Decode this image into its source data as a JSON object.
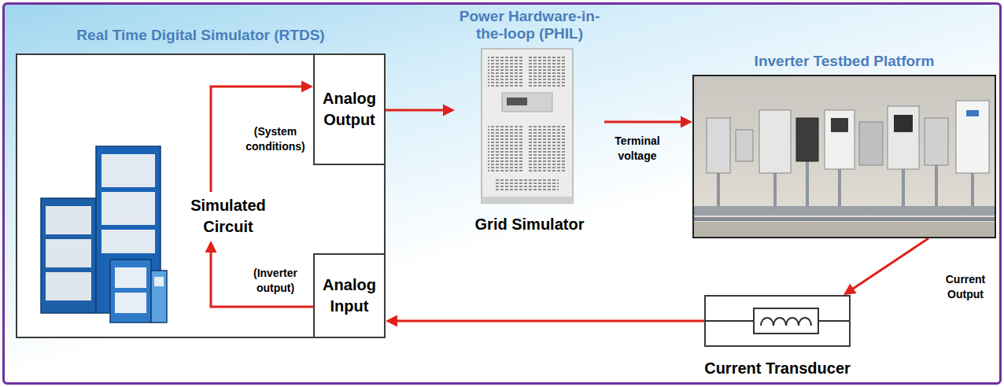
{
  "diagram": {
    "nodes": [
      {
        "text": [
          "Real Time Digital Simulator (RTDS)"
        ]
      },
      {
        "text": [
          "Simulated Circuit"
        ],
        "in": 0
      },
      {
        "text": [
          "Analog Output"
        ],
        "in": 0
      },
      {
        "text": [
          "Analog Input"
        ],
        "in": 0
      },
      {
        "text": [
          "Power Hardware-in-the-loop (PHIL)",
          "Grid Simulator"
        ]
      },
      {
        "text": [
          "Inverter Testbed Platform"
        ]
      },
      {
        "text": [
          "Current Transducer"
        ]
      }
    ],
    "edges": [
      {
        "from": 1,
        "to": 2,
        "arrow": "to",
        "label": "(System conditions)"
      },
      {
        "from": 3,
        "to": 1,
        "arrow": "to",
        "label": "(Inverter output)"
      },
      {
        "from": 2,
        "to": 4,
        "arrow": "to"
      },
      {
        "from": 4,
        "to": 5,
        "arrow": "to",
        "label": "Terminal voltage"
      },
      {
        "from": 5,
        "to": 6,
        "arrow": "to",
        "label": "Current Output"
      },
      {
        "from": 6,
        "to": 3,
        "arrow": "to"
      }
    ]
  }
}
